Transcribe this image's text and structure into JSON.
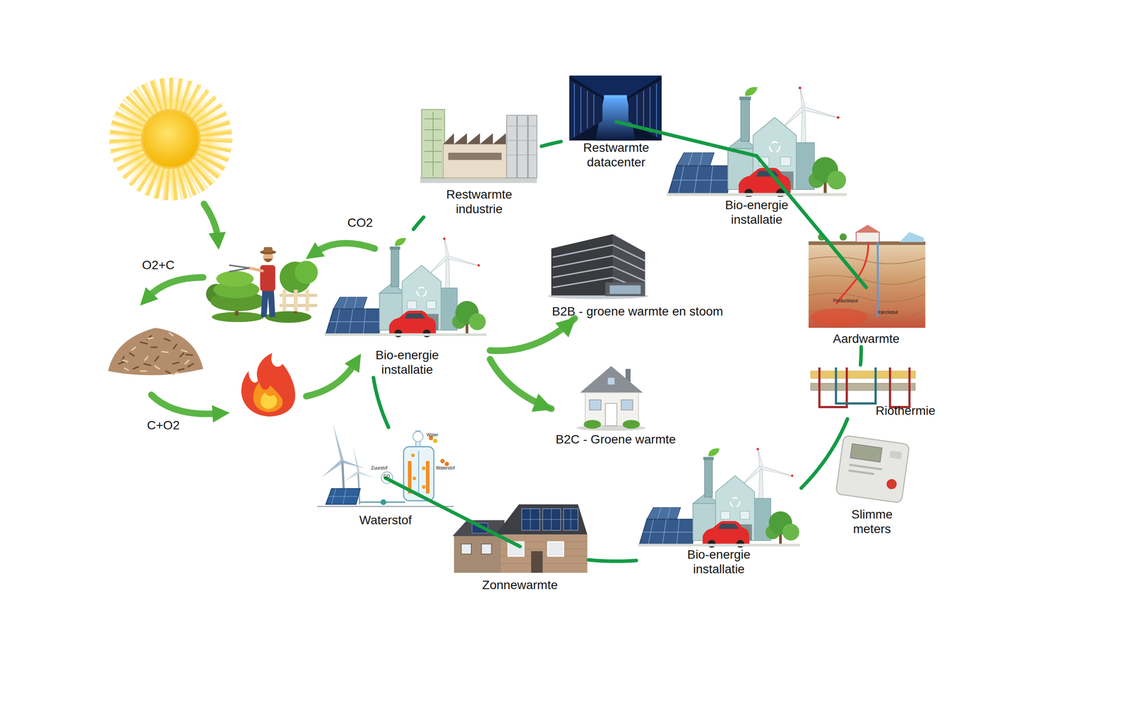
{
  "diagram": {
    "nodes": [
      {
        "text": [
          "Restwarmte datacenter"
        ]
      },
      {
        "text": [
          "Restwarmte industrie"
        ]
      },
      {
        "text": [
          "Bio-energie installatie"
        ]
      },
      {
        "text": [
          "Bio-energie installatie"
        ]
      },
      {
        "text": [
          "B2B - groene warmte en stoom"
        ]
      },
      {
        "text": [
          "Aardwarmte"
        ]
      },
      {
        "text": [
          "B2C - Groene warmte"
        ]
      },
      {
        "text": [
          "Riothermie"
        ]
      },
      {
        "text": [
          "Waterstof"
        ]
      },
      {
        "text": [
          "Slimme meters"
        ]
      },
      {
        "text": [
          "Bio-energie installatie"
        ]
      },
      {
        "text": [
          "Zonnewarmte"
        ]
      }
    ],
    "edges": [
      {
        "from": 1,
        "to": 0,
        "arrow": "none"
      },
      {
        "from": 0,
        "to": 2,
        "arrow": "none"
      },
      {
        "from": 2,
        "to": 5,
        "arrow": "none"
      },
      {
        "from": 5,
        "to": 7,
        "arrow": "none"
      },
      {
        "from": 7,
        "to": 10,
        "arrow": "none"
      },
      {
        "from": 10,
        "to": 11,
        "arrow": "none"
      },
      {
        "from": 11,
        "to": 8,
        "arrow": "none"
      },
      {
        "from": 8,
        "to": 3,
        "arrow": "none"
      },
      {
        "from": 3,
        "to": 1,
        "arrow": "none"
      },
      {
        "from": 3,
        "to": 4,
        "arrow": "to"
      },
      {
        "from": 3,
        "to": 6,
        "arrow": "to"
      }
    ],
    "labels": [
      "CO2",
      "O2+C",
      "C+O2",
      "Productieput",
      "Injectieput",
      "Zuurstof",
      "CO",
      "Water",
      "Waterstof"
    ]
  }
}
